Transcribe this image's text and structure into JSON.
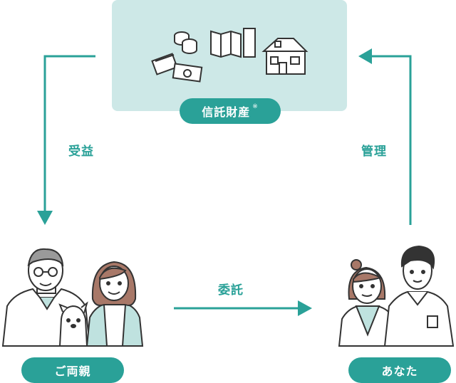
{
  "asset": {
    "label": "信託財産",
    "note_mark": "※",
    "icons": [
      "coins-and-cards-icon",
      "document-icon",
      "house-icon"
    ]
  },
  "flows": {
    "benefit": "受益",
    "manage": "管理",
    "entrust": "委託"
  },
  "parties": {
    "parents": "ご両親",
    "you": "あなた"
  },
  "colors": {
    "accent": "#2aa198",
    "panel": "#cde8e7",
    "line": "#333333",
    "skin": "#ffffff",
    "shirt_tint": "#bfe2df"
  }
}
